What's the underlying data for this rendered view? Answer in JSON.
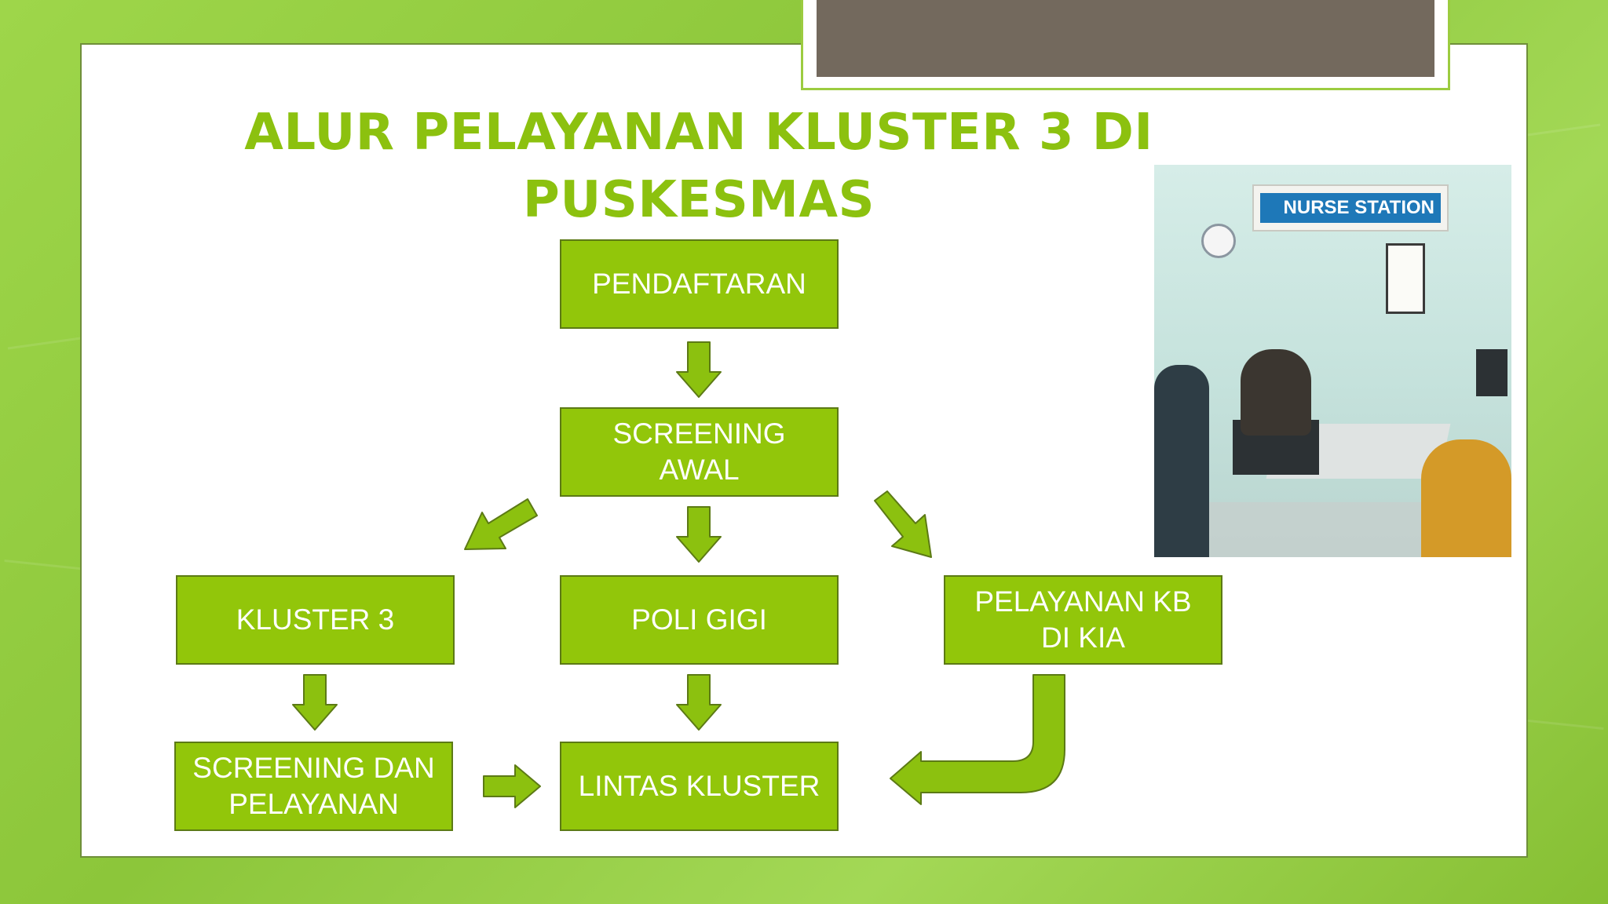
{
  "slide": {
    "title_line1": "ALUR PELAYANAN KLUSTER 3 DI PUSKESMAS",
    "title_line2": "GABUS II"
  },
  "flowchart": {
    "nodes": {
      "pendaftaran": "PENDAFTARAN",
      "screening_awal": "SCREENING AWAL",
      "kluster3": "KLUSTER 3",
      "poli_gigi": "POLI GIGI",
      "kb_kia": "PELAYANAN KB DI KIA",
      "screening_pelayanan": "SCREENING DAN PELAYANAN",
      "lintas_kluster": "LINTAS KLUSTER"
    },
    "edges": [
      [
        "pendaftaran",
        "screening_awal"
      ],
      [
        "screening_awal",
        "kluster3"
      ],
      [
        "screening_awal",
        "poli_gigi"
      ],
      [
        "screening_awal",
        "kb_kia"
      ],
      [
        "kluster3",
        "screening_pelayanan"
      ],
      [
        "poli_gigi",
        "lintas_kluster"
      ],
      [
        "screening_pelayanan",
        "lintas_kluster"
      ],
      [
        "kb_kia",
        "lintas_kluster"
      ]
    ]
  },
  "photo": {
    "sign_text": "NURSE STATION"
  },
  "colors": {
    "node_fill": "#92c60a",
    "node_border": "#5c7a15",
    "arrow": "#8cc10f",
    "title": "#8cc10f",
    "frame_band": "#73695d"
  }
}
